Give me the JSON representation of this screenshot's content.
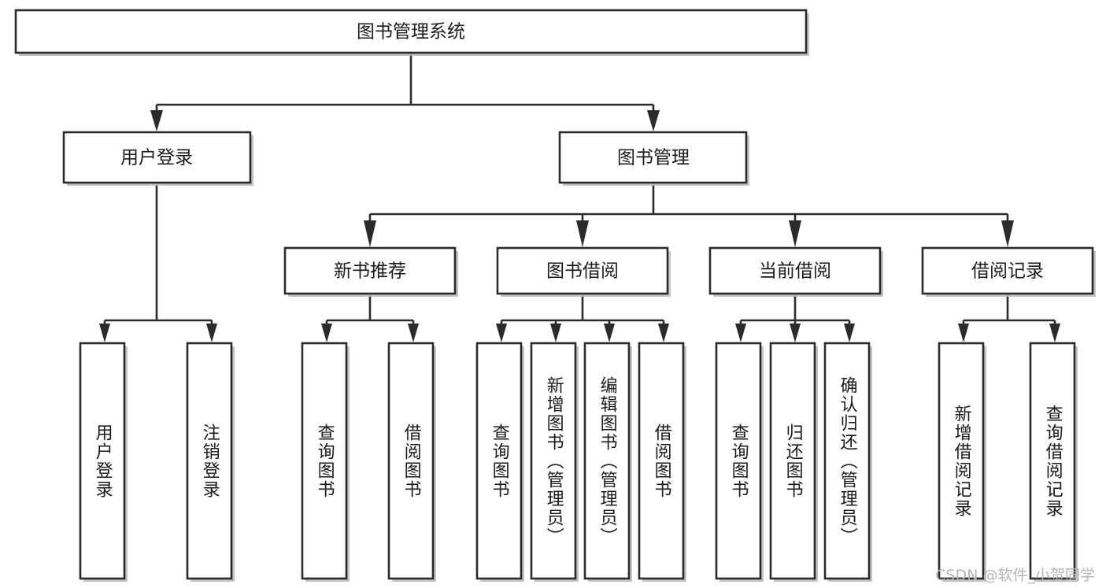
{
  "diagram": {
    "type": "tree",
    "title": "图书管理系统",
    "watermark": "CSDN @软件_小贺同学",
    "colors": {
      "box_stroke": "#2b2b2b",
      "box_fill": "#ffffff",
      "text": "#1a1a1a",
      "shadow": "#b9b9b9",
      "watermark": "#b4b4b4"
    },
    "levels": {
      "root": {
        "label": "图书管理系统"
      },
      "level2": [
        {
          "label": "用户登录"
        },
        {
          "label": "图书管理"
        }
      ],
      "level3": [
        {
          "label": "新书推荐"
        },
        {
          "label": "图书借阅"
        },
        {
          "label": "当前借阅"
        },
        {
          "label": "借阅记录"
        }
      ],
      "leaves": [
        {
          "label": "用户登录"
        },
        {
          "label": "注销登录"
        },
        {
          "label": "查询图书"
        },
        {
          "label": "借阅图书"
        },
        {
          "label": "查询图书"
        },
        {
          "label": "新增图书（管理员）"
        },
        {
          "label": "编辑图书（管理员）"
        },
        {
          "label": "借阅图书"
        },
        {
          "label": "查询图书"
        },
        {
          "label": "归还图书"
        },
        {
          "label": "确认归还（管理员）"
        },
        {
          "label": "新增借阅记录"
        },
        {
          "label": "查询借阅记录"
        }
      ]
    },
    "groups": [
      {
        "parent": "用户登录",
        "children": [
          "用户登录",
          "注销登录"
        ]
      },
      {
        "parent": "新书推荐",
        "children": [
          "查询图书",
          "借阅图书"
        ]
      },
      {
        "parent": "图书借阅",
        "children": [
          "查询图书",
          "新增图书（管理员）",
          "编辑图书（管理员）",
          "借阅图书"
        ]
      },
      {
        "parent": "当前借阅",
        "children": [
          "查询图书",
          "归还图书",
          "确认归还（管理员）"
        ]
      },
      {
        "parent": "借阅记录",
        "children": [
          "新增借阅记录",
          "查询借阅记录"
        ]
      }
    ]
  }
}
